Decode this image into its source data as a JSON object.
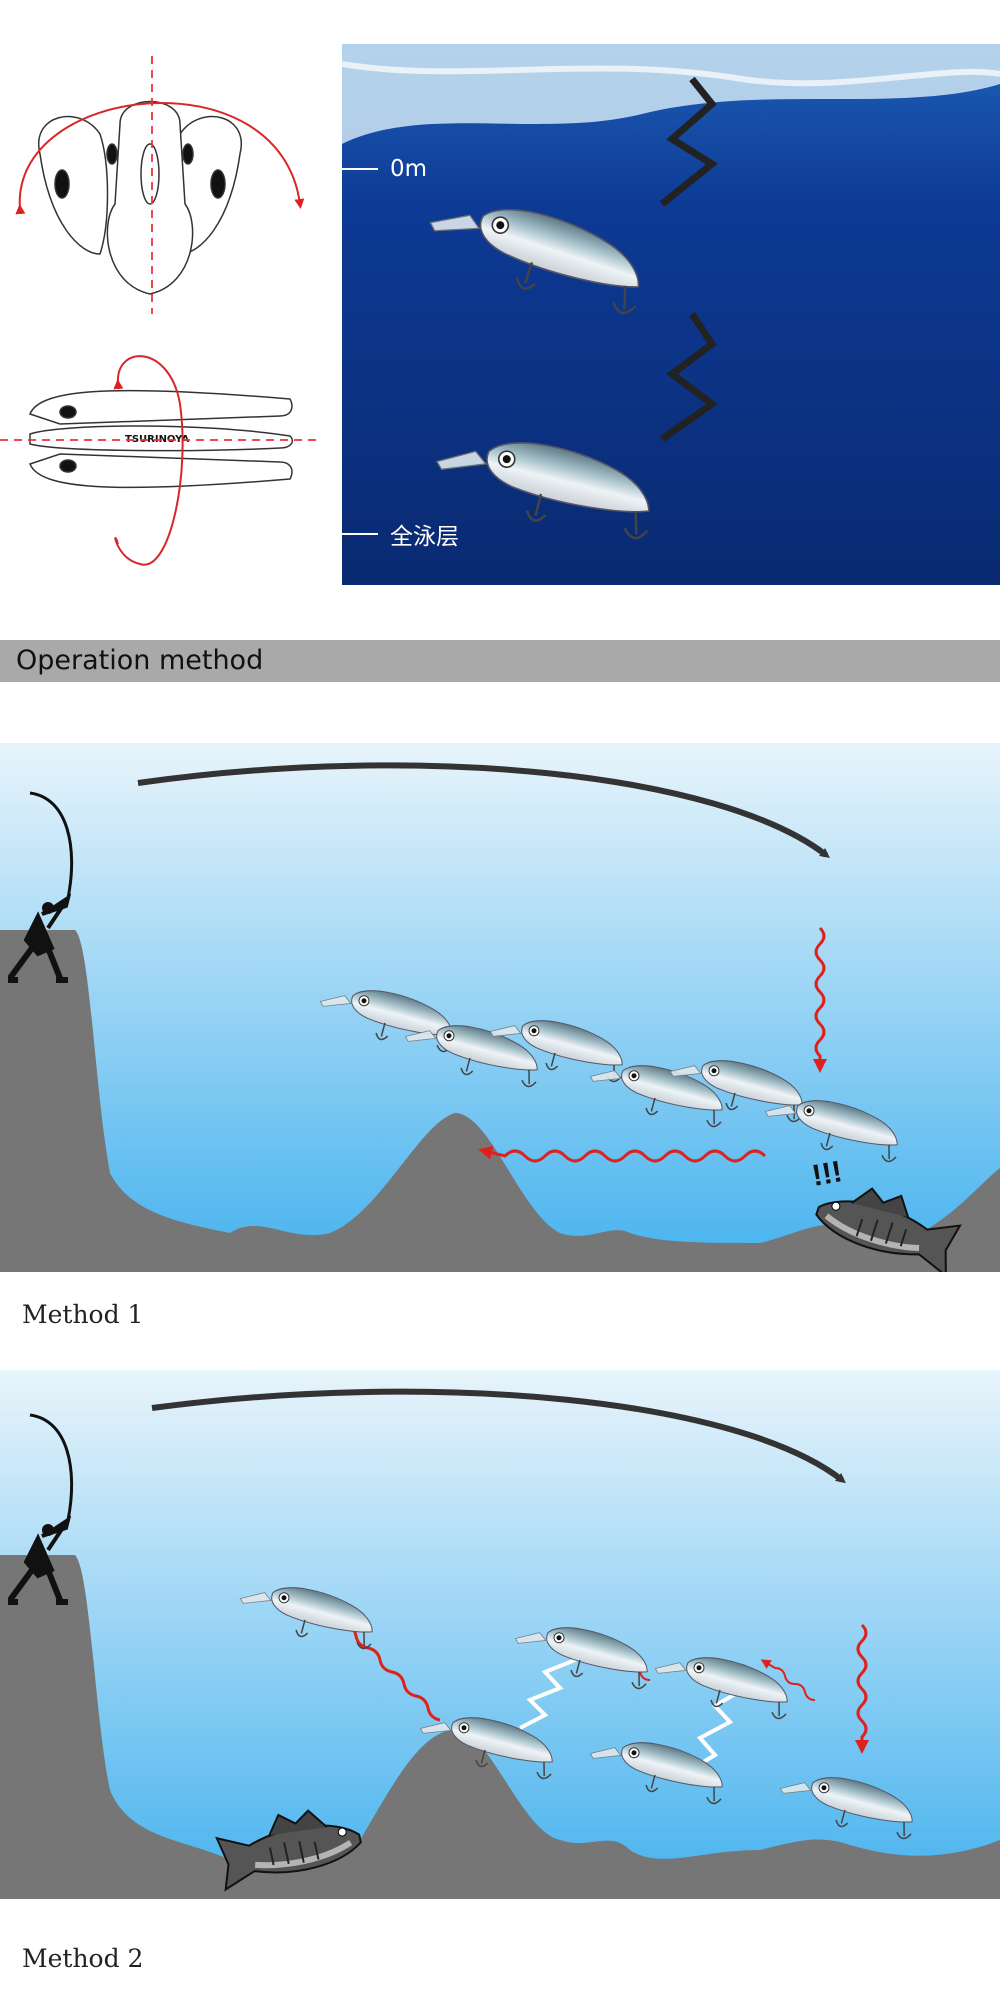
{
  "diagram": {
    "logo_text": "TSURINOYA"
  },
  "photo": {
    "depth_top_label": "0m",
    "depth_bottom_label": "全泳层"
  },
  "section": {
    "title": "Operation method"
  },
  "methods": [
    {
      "caption": "Method 1",
      "alert_text": "!!!"
    },
    {
      "caption": "Method 2"
    }
  ],
  "colors": {
    "rock": "#767676",
    "water_top": "#e8f4fb",
    "water_bottom": "#45b2ee",
    "deep_blue": "#0a2f7e",
    "arrow_red": "#e0201c",
    "section_bar": "#a9a9a9"
  }
}
